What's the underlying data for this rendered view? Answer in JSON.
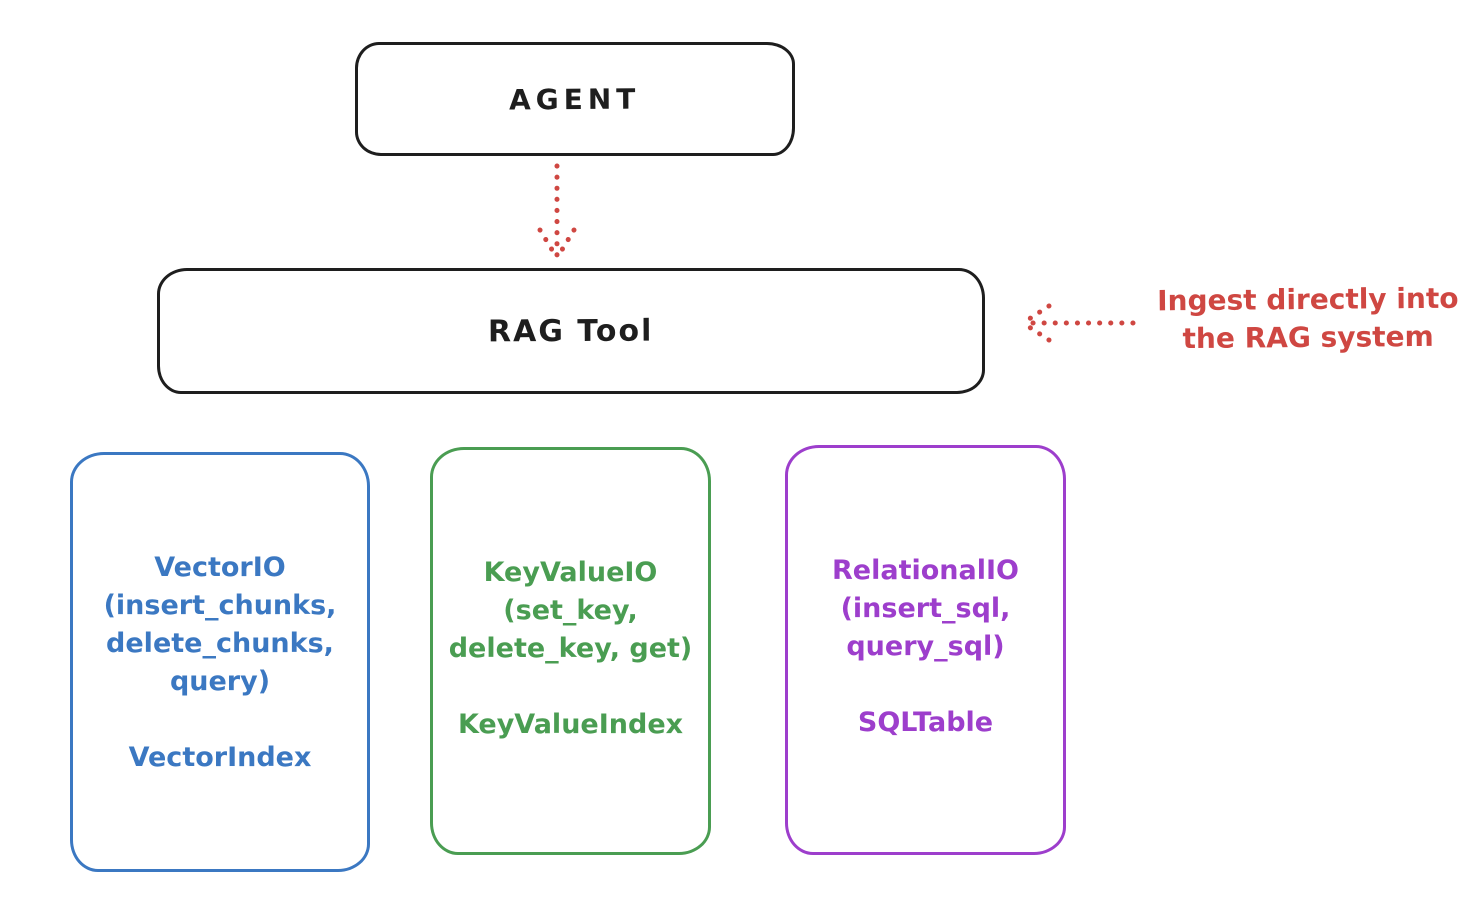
{
  "diagram": {
    "agent": {
      "label": "AGENT"
    },
    "rag_tool": {
      "label": "RAG Tool"
    },
    "annotation": {
      "line1": "Ingest directly into",
      "line2": "the RAG system"
    },
    "boxes": [
      {
        "title": "VectorIO",
        "methods": [
          "(insert_chunks,",
          "delete_chunks,",
          "query)"
        ],
        "index": "VectorIndex",
        "color": "#3b78c2"
      },
      {
        "title": "KeyValueIO",
        "methods": [
          "(set_key,",
          "delete_key, get)"
        ],
        "index": "KeyValueIndex",
        "color": "#4a9d52"
      },
      {
        "title": "RelationalIO",
        "methods": [
          "(insert_sql,",
          "query_sql)"
        ],
        "index": "SQLTable",
        "color": "#9d3ecc"
      }
    ],
    "connections": [
      {
        "from": "agent",
        "to": "rag_tool",
        "style": "dotted-red-arrow-down"
      },
      {
        "from": "annotation",
        "to": "rag_tool",
        "style": "dotted-red-arrow-left"
      }
    ],
    "colors": {
      "outline_black": "#1e1e1e",
      "accent_red": "#cf4742",
      "vector_blue": "#3b78c2",
      "keyvalue_green": "#4a9d52",
      "relational_purple": "#9d3ecc",
      "background": "#ffffff"
    }
  }
}
